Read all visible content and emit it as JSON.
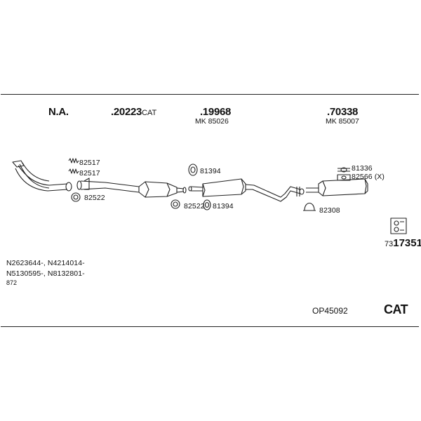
{
  "parts_header": [
    {
      "main": "N.A.",
      "suffix": ""
    },
    {
      "main": ".20223",
      "suffix": "CAT"
    },
    {
      "main": ".19968",
      "sub": "MK 85026"
    },
    {
      "main": ".70338",
      "sub": "MK 85007"
    }
  ],
  "part_labels": {
    "p82517a": "82517",
    "p82517b": "82517",
    "p82522a": "82522",
    "p81394a": "81394",
    "p82522b": "82522",
    "p81394b": "81394",
    "p81336": "81336",
    "p82566": "82566 (X)",
    "p82308": "82308"
  },
  "ref": {
    "prefix": "73",
    "bold": "17351"
  },
  "codes": [
    "N2623644-, N4214014-",
    "N5130595-, N8132801-",
    "872"
  ],
  "model": "OP45092",
  "type": "CAT"
}
